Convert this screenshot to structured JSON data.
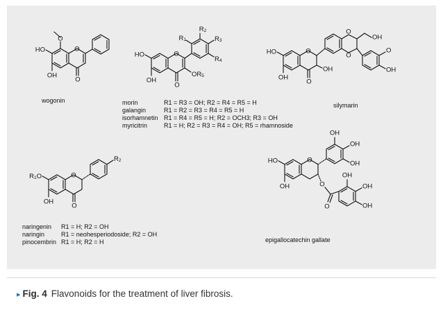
{
  "compounds": {
    "wogonin": {
      "name": "wogonin",
      "labels": {
        "ho": "HO",
        "oh": "OH",
        "o_carbonyl": "O",
        "o_ring": "O",
        "o_methoxy": "O"
      }
    },
    "flavonol": {
      "labels": {
        "ho": "HO",
        "oh": "OH",
        "o_carbonyl": "O",
        "o_ring": "O",
        "or5": "OR",
        "or5_sub": "5",
        "r1": "R",
        "r1_sub": "1",
        "r2": "R",
        "r2_sub": "2",
        "r3": "R",
        "r3_sub": "3",
        "r4": "R",
        "r4_sub": "4"
      },
      "table": [
        {
          "name": "morin",
          "desc": "R1 = R3 = OH; R2 = R4 = R5 = H"
        },
        {
          "name": "galangin",
          "desc": "R1 = R2 = R3 = R4 = R5 = H"
        },
        {
          "name": "isorhamnetin",
          "desc": "R1 = R4 = R5 = H; R2 = OCH3; R3 = OH"
        },
        {
          "name": "myricitrin",
          "desc": "R1 = H; R2 = R3 = R4 = OH; R5 = rhamnoside"
        }
      ]
    },
    "silymarin": {
      "name": "silymarin",
      "labels": {
        "ho": "HO",
        "oh_a": "OH",
        "oh_c": "OH",
        "oh_chain": "OH",
        "oh_ring": "OH",
        "o_carbonyl": "O",
        "o_ring": "O",
        "o_diox1": "O",
        "o_diox2": "O",
        "o_methoxy": "O"
      }
    },
    "flavanone": {
      "labels": {
        "r1o": "R",
        "r1o_sub": "1",
        "r1o_o": "O",
        "oh": "OH",
        "o_carbonyl": "O",
        "o_ring": "O",
        "r2": "R",
        "r2_sub": "2"
      },
      "table": [
        {
          "name": "naringenin",
          "desc": "R1 = H; R2 = OH"
        },
        {
          "name": "naringin",
          "desc": "R1 = neohesperiodoside; R2 = OH"
        },
        {
          "name": "pinocembrin",
          "desc": "R1 = H; R2 = H"
        }
      ]
    },
    "egcg": {
      "name": "epigallocatechin gallate",
      "labels": {
        "ho": "HO",
        "oh_a": "OH",
        "oh_b1": "OH",
        "oh_b2": "OH",
        "oh_b3": "OH",
        "oh_g1": "OH",
        "oh_g2": "OH",
        "oh_g3": "OH",
        "o_ring": "O",
        "o_ester": "O",
        "o_carbonyl": "O"
      }
    }
  },
  "caption": {
    "marker": "▸",
    "figure": "Fig. 4",
    "text": "Flavonoids for the treatment of liver fibrosis."
  },
  "colors": {
    "panel": "#ececec",
    "marker": "#1f73b7"
  }
}
